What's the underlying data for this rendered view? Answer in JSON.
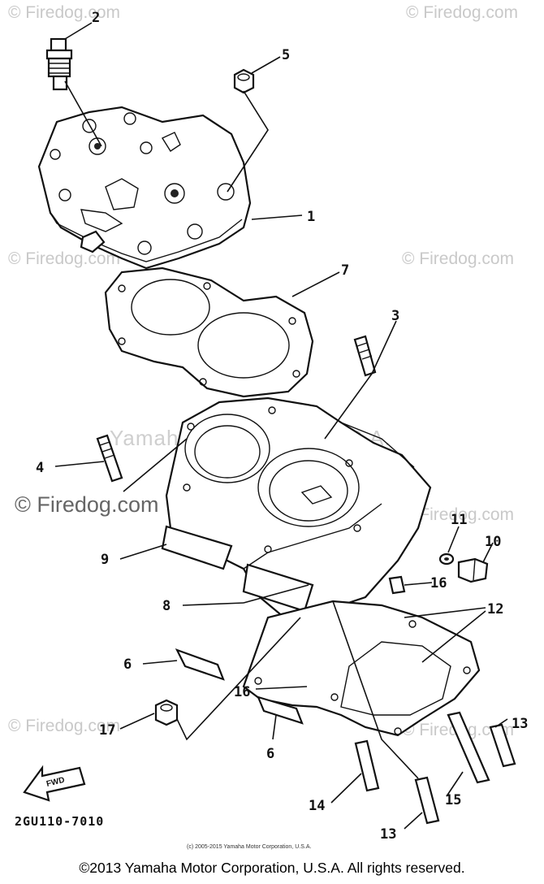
{
  "watermarks": {
    "firedog_small": "© Firedog.com",
    "firedog_large": "© Firedog.com",
    "yamaha_diagram": "Yamaha Motor Corp. U.S.A."
  },
  "callouts": [
    {
      "id": "1",
      "label": "1"
    },
    {
      "id": "2",
      "label": "2"
    },
    {
      "id": "3",
      "label": "3"
    },
    {
      "id": "4",
      "label": "4"
    },
    {
      "id": "5",
      "label": "5"
    },
    {
      "id": "6a",
      "label": "6"
    },
    {
      "id": "6b",
      "label": "6"
    },
    {
      "id": "7",
      "label": "7"
    },
    {
      "id": "8",
      "label": "8"
    },
    {
      "id": "9",
      "label": "9"
    },
    {
      "id": "10",
      "label": "10"
    },
    {
      "id": "11",
      "label": "11"
    },
    {
      "id": "12",
      "label": "12"
    },
    {
      "id": "13a",
      "label": "13"
    },
    {
      "id": "13b",
      "label": "13"
    },
    {
      "id": "14",
      "label": "14"
    },
    {
      "id": "15",
      "label": "15"
    },
    {
      "id": "16a",
      "label": "16"
    },
    {
      "id": "16b",
      "label": "16"
    },
    {
      "id": "17",
      "label": "17"
    }
  ],
  "fwd_label": "FWD",
  "part_code": "2GU110-7010",
  "small_copyright": "(c) 2005-2015 Yamaha Motor Corporation, U.S.A.",
  "copyright": "©2013 Yamaha Motor Corporation, U.S.A. All rights reserved."
}
